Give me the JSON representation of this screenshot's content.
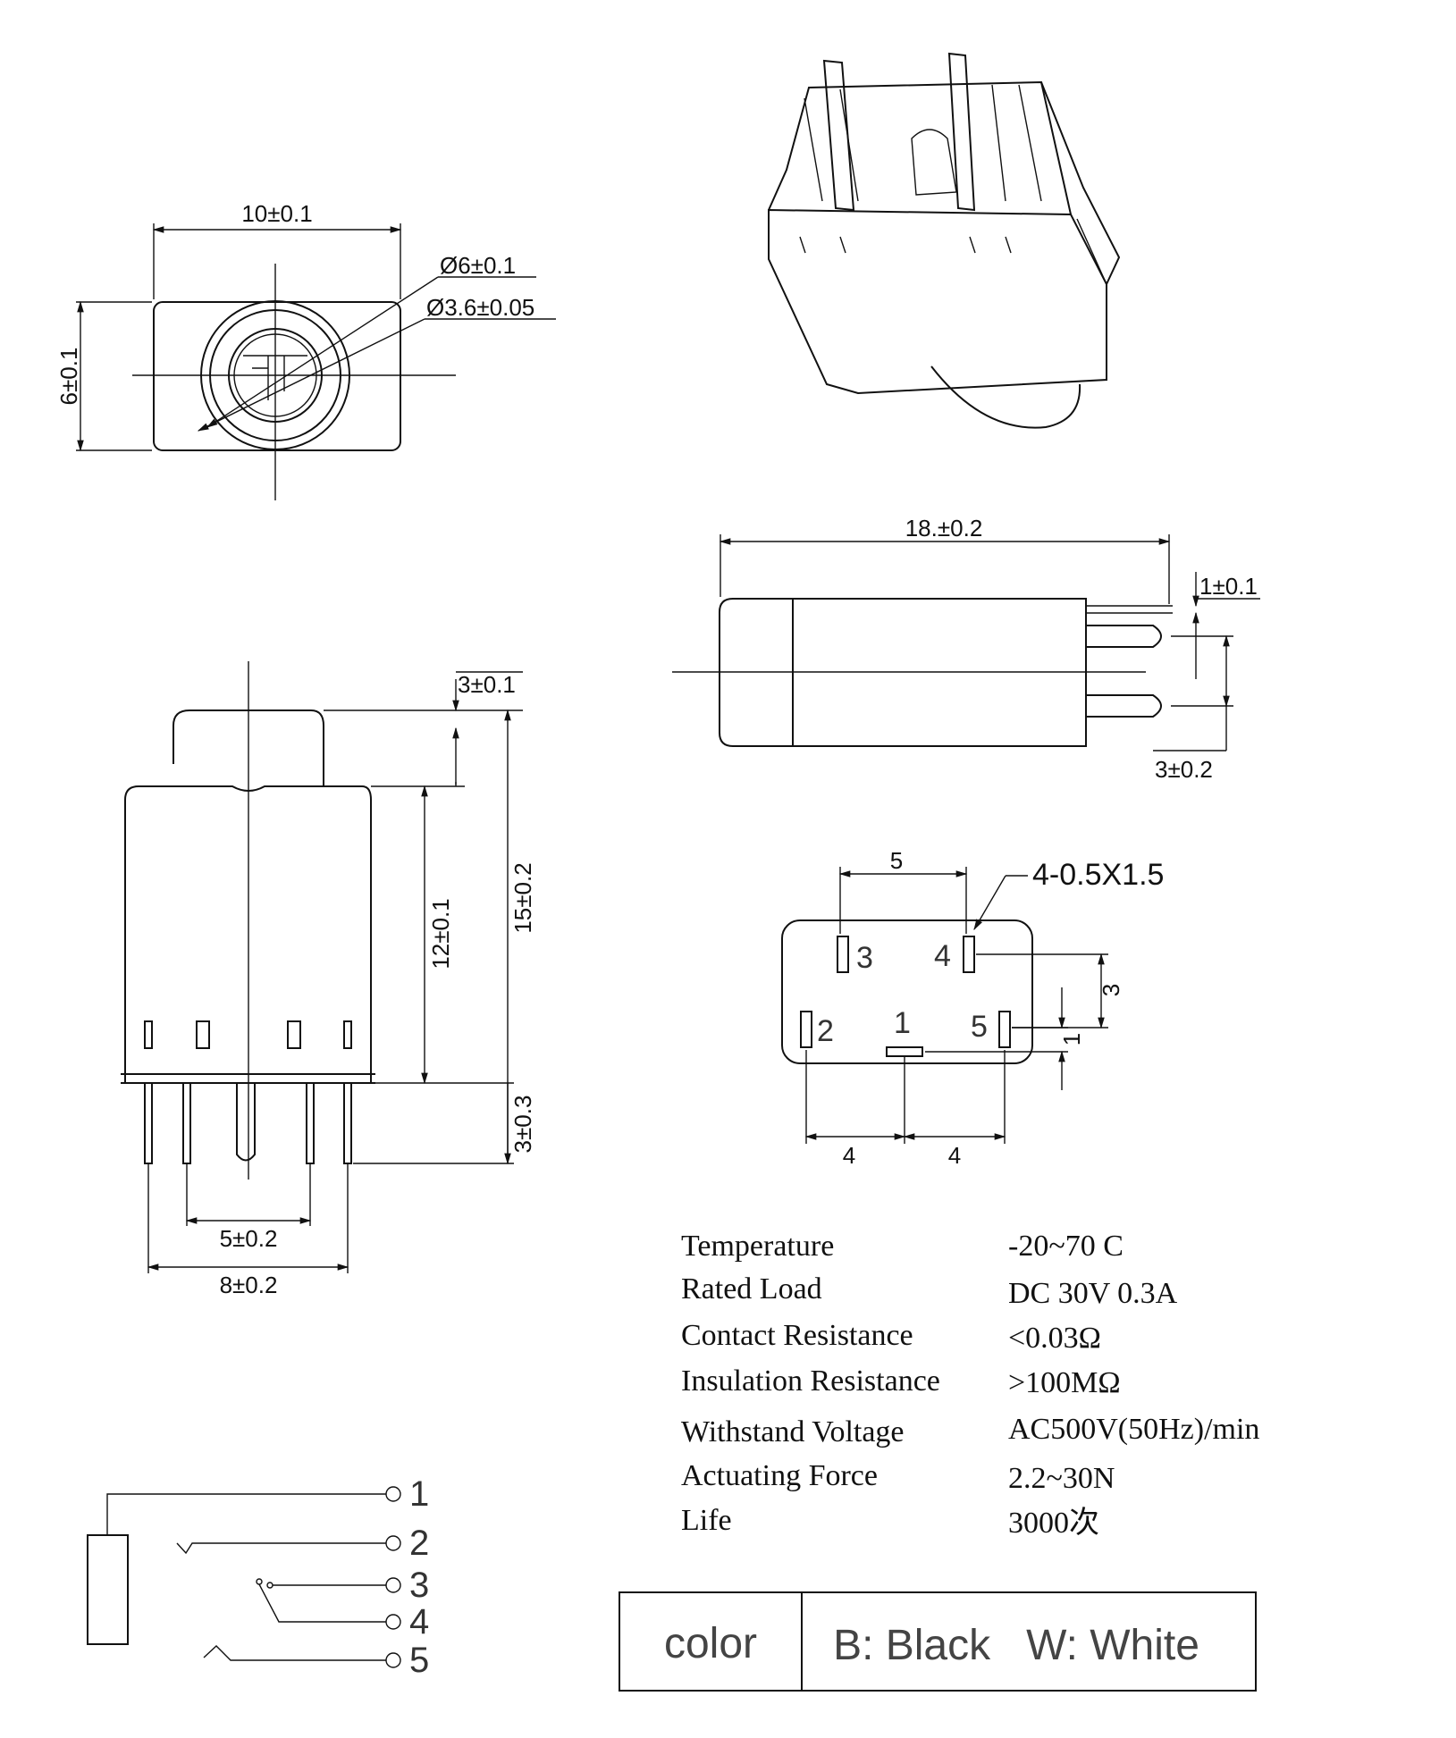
{
  "front_view": {
    "width": "10±0.1",
    "height": "6±0.1",
    "outer_diameter": "Ø6±0.1",
    "inner_diameter": "Ø3.6±0.05"
  },
  "side_view": {
    "length": "18.±0.2",
    "pin_thickness": "1±0.1",
    "pin_spacing": "3±0.2"
  },
  "elevation_view": {
    "top_height": "3±0.1",
    "total_height": "15±0.2",
    "body_height": "12±0.1",
    "pin_length": "3±0.3",
    "inner_pin_spacing": "5±0.2",
    "outer_pin_spacing": "8±0.2"
  },
  "footprint": {
    "pad_spec": "4-0.5X1.5",
    "spacing_top": "5",
    "spacing_right": "3",
    "spacing_small": "1",
    "spacing_left": "4",
    "spacing_right_bottom": "4",
    "pins": [
      "1",
      "2",
      "3",
      "4",
      "5"
    ]
  },
  "schematic": {
    "terminals": [
      "1",
      "2",
      "3",
      "4",
      "5"
    ]
  },
  "specs": [
    {
      "label": "Temperature",
      "value": "-20~70 C"
    },
    {
      "label": "Rated Load",
      "value": "DC 30V 0.3A"
    },
    {
      "label": "Contact Resistance",
      "value": "<0.03Ω"
    },
    {
      "label": "Insulation Resistance",
      "value": ">100MΩ"
    },
    {
      "label": "Withstand Voltage",
      "value": "AC500V(50Hz)/min"
    },
    {
      "label": "Actuating Force",
      "value": "2.2~30N"
    },
    {
      "label": "Life",
      "value": "3000次"
    }
  ],
  "color_legend": {
    "label": "color",
    "value": "B: Black   W: White"
  }
}
